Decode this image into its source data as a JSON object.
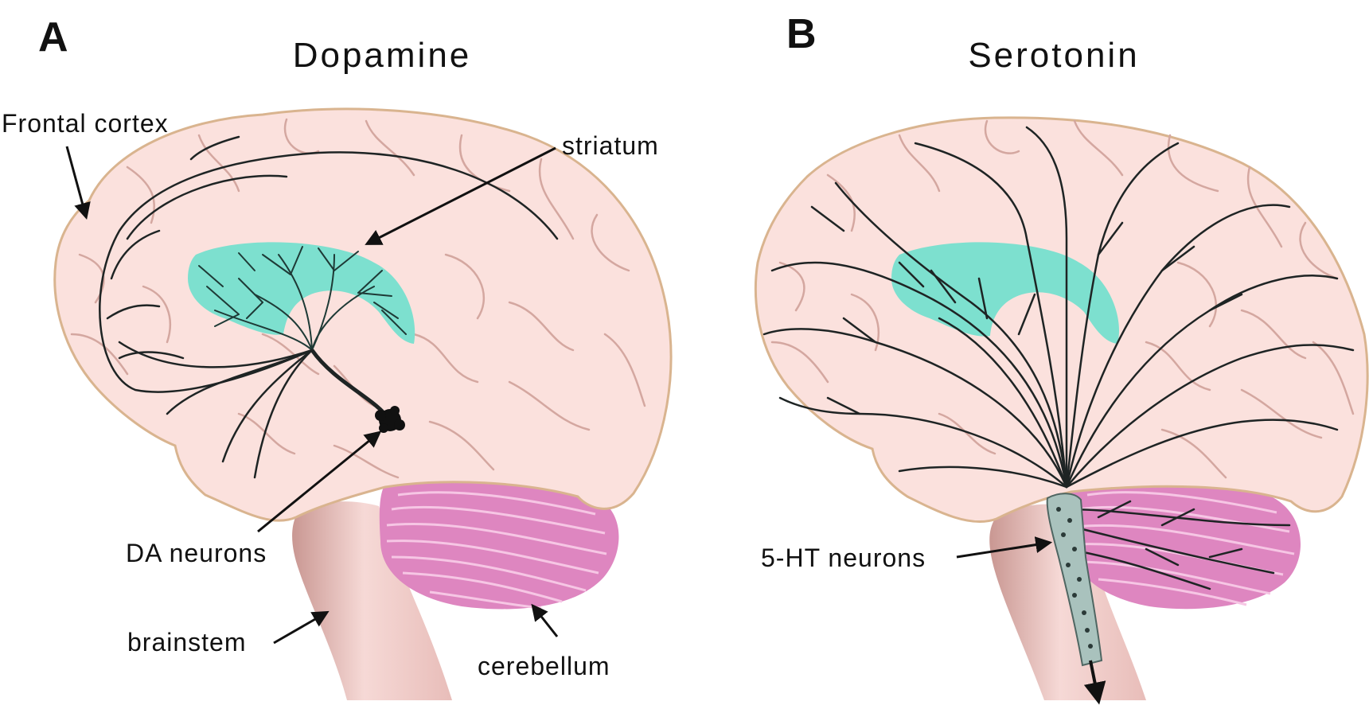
{
  "panels": {
    "a": {
      "letter": "A",
      "title": "Dopamine",
      "labels": {
        "frontal_cortex": "Frontal cortex",
        "striatum": "striatum",
        "da_neurons": "DA neurons",
        "brainstem": "brainstem",
        "cerebellum": "cerebellum"
      }
    },
    "b": {
      "letter": "B",
      "title": "Serotonin",
      "labels": {
        "ht_neurons": "5-HT neurons"
      }
    }
  },
  "colors": {
    "cortex_fill": "#fbe1dd",
    "cortex_outline": "#d9b48f",
    "gyri": "#d4a7a0",
    "striatum": "#7de0cf",
    "striatum_dark": "#2c8c7e",
    "cerebellum": "#de86c0",
    "cerebellum_lines": "#f6c6e4",
    "brainstem": "#f0cbc8",
    "brainstem_shade": "#c99792",
    "fibers": "#1e2424"
  }
}
